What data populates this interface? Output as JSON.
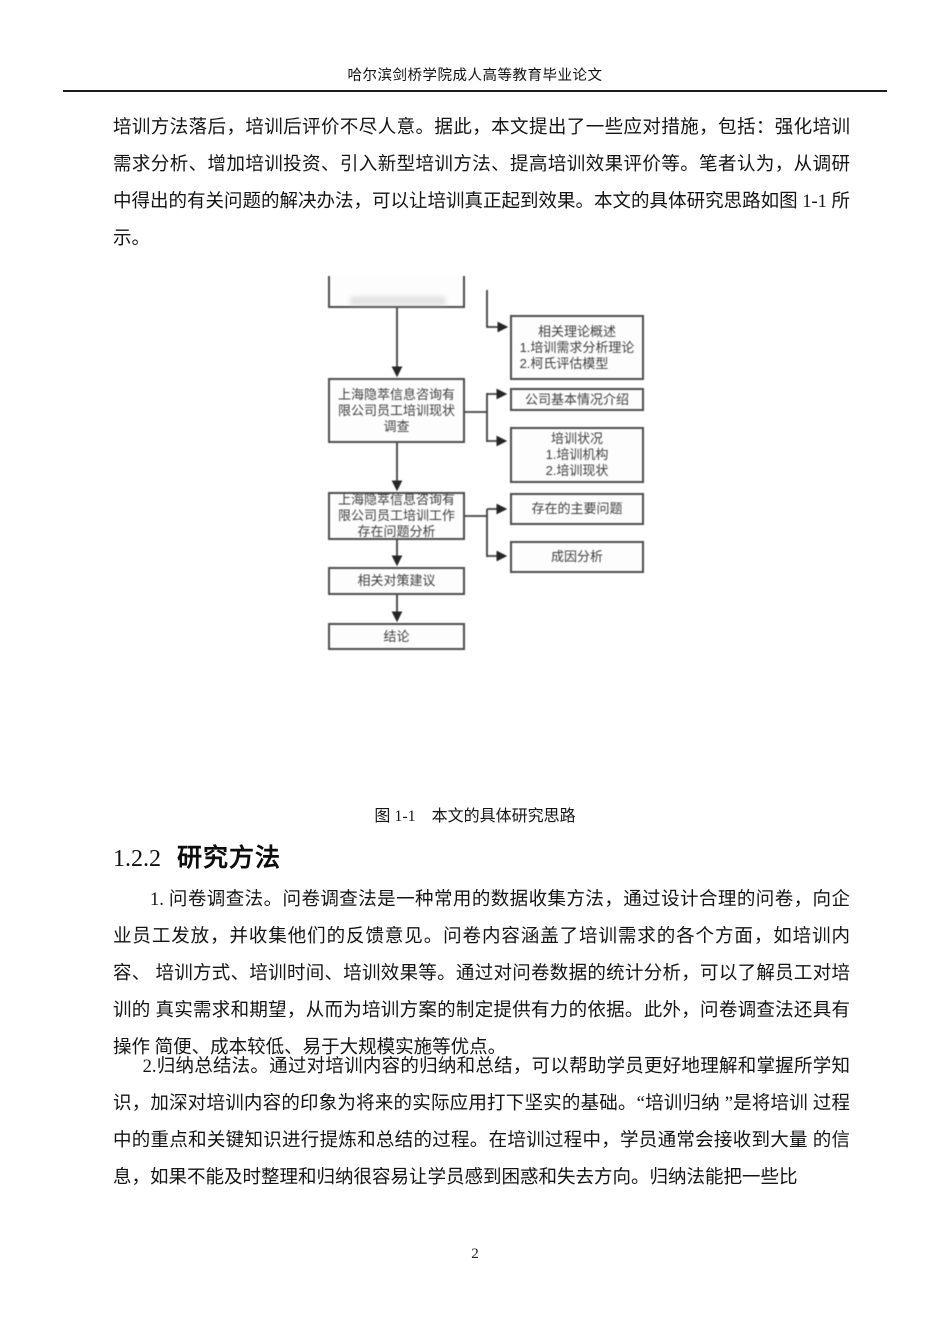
{
  "page": {
    "header": "哈尔滨剑桥学院成人高等教育毕业论文",
    "page_number": "2"
  },
  "content": {
    "para1": "培训方法落后，培训后评价不尽人意。据此，本文提出了一些应对措施，包括：强化培训需求分析、增加培训投资、引入新型培训方法、提高培训效果评价等。笔者认为，从调研中得出的有关问题的解决办法，可以让培训真正起到效果。本文的具体研究思路如图 1-1 所示。",
    "figure_caption": "图 1-1　本文的具体研究思路",
    "section_heading": {
      "number": "1.2.2",
      "title": "研究方法"
    },
    "para2": "1. 问卷调查法。问卷调查法是一种常用的数据收集方法，通过设计合理的问卷，向企业员工发放，并收集他们的反馈意见。问卷内容涵盖了培训需求的各个方面，如培训内容、 培训方式、培训时间、培训效果等。通过对问卷数据的统计分析，可以了解员工对培训的 真实需求和期望，从而为培训方案的制定提供有力的依据。此外，问卷调查法还具有操作 简便、成本较低、易于大规模实施等优点。",
    "para3": "2.归纳总结法。通过对培训内容的归纳和总结，可以帮助学员更好地理解和掌握所学知识，加深对培训内容的印象为将来的实际应用打下坚实的基础。“培训归纳 ”是将培训 过程中的重点和关键知识进行提炼和总结的过程。在培训过程中，学员通常会接收到大量 的信息，如果不能及时整理和归纳很容易让学员感到困惑和失去方向。归纳法能把一些比"
  },
  "flowchart": {
    "boxes": {
      "top_faded": {
        "label": ""
      },
      "survey": {
        "lines": [
          "上海隐萃信息咨询有",
          "限公司员工培训现状",
          "调查"
        ]
      },
      "theory": {
        "title": "相关理论概述",
        "items": [
          "1.培训需求分析理论",
          "2.柯氏评估模型"
        ]
      },
      "company_intro": {
        "label": "公司基本情况介绍"
      },
      "training_status": {
        "title": "培训状况",
        "items": [
          "1.培训机构",
          "2.培训现状"
        ]
      },
      "problem_analysis": {
        "lines": [
          "上海隐萃信息咨询有",
          "限公司员工培训工作",
          "存在问题分析"
        ]
      },
      "main_problems": {
        "label": "存在的主要问题"
      },
      "cause_analysis": {
        "label": "成因分析"
      },
      "suggestions": {
        "label": "相关对策建议"
      },
      "conclusion": {
        "label": "结论"
      }
    }
  },
  "colors": {
    "box_border": "#4d4d4d",
    "line": "#3f3f3f",
    "arrow": "#262626",
    "body_text": "#141414",
    "rule": "#1c1c1c"
  }
}
